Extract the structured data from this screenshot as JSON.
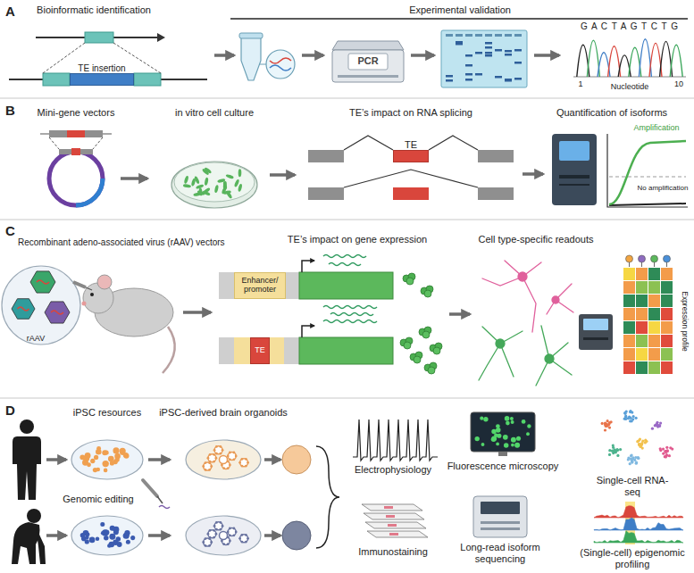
{
  "diagram": {
    "nodes": [
      {
        "text": [
          "TE insertion"
        ]
      },
      {
        "text": [
          "TE"
        ]
      },
      {
        "text": [
          "Enhancer/ promoter"
        ]
      },
      {
        "text": [
          "TE"
        ]
      }
    ],
    "labels": [
      "A",
      "Bioinformatic identification",
      "Experimental validation",
      "PCR",
      "G A C T A G T C T G",
      "1",
      "Nucleotide",
      "10",
      "B",
      "Mini-gene vectors",
      "in vitro cell culture",
      "TE’s impact on RNA splicing",
      "Quantification of isoforms",
      "Amplification",
      "No amplification",
      "C",
      "Recombinant adeno-associated virus (rAAV) vectors",
      "rAAV",
      "TE’s impact on gene expression",
      "Cell type-specific readouts",
      "Expression profile",
      "D",
      "iPSC resources",
      "iPSC-derived brain organoids",
      "Genomic editing",
      "Electrophysiology",
      "Fluorescence microscopy",
      "Single-cell RNA-seq",
      "Immunostaining",
      "Long-read isoform sequencing",
      "(Single-cell) epigenomic profiling"
    ]
  }
}
